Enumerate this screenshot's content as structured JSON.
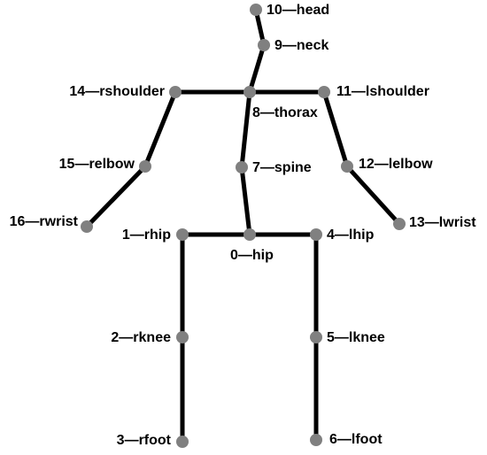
{
  "colors": {
    "joint": "#808080",
    "bone": "#000000",
    "text": "#000000",
    "background": "#ffffff"
  },
  "joints": [
    {
      "id": 0,
      "label": "0—hip"
    },
    {
      "id": 1,
      "label": "1—rhip"
    },
    {
      "id": 2,
      "label": "2—rknee"
    },
    {
      "id": 3,
      "label": "3—rfoot"
    },
    {
      "id": 4,
      "label": "4—lhip"
    },
    {
      "id": 5,
      "label": "5—lknee"
    },
    {
      "id": 6,
      "label": "6—lfoot"
    },
    {
      "id": 7,
      "label": "7—spine"
    },
    {
      "id": 8,
      "label": "8—thorax"
    },
    {
      "id": 9,
      "label": "9—neck"
    },
    {
      "id": 10,
      "label": "10—head"
    },
    {
      "id": 11,
      "label": "11—lshoulder"
    },
    {
      "id": 12,
      "label": "12—lelbow"
    },
    {
      "id": 13,
      "label": "13—lwrist"
    },
    {
      "id": 14,
      "label": "14—rshoulder"
    },
    {
      "id": 15,
      "label": "15—relbow"
    },
    {
      "id": 16,
      "label": "16—rwrist"
    }
  ],
  "bones": [
    [
      0,
      1
    ],
    [
      1,
      2
    ],
    [
      2,
      3
    ],
    [
      0,
      4
    ],
    [
      4,
      5
    ],
    [
      5,
      6
    ],
    [
      0,
      7
    ],
    [
      7,
      8
    ],
    [
      8,
      9
    ],
    [
      9,
      10
    ],
    [
      8,
      11
    ],
    [
      11,
      12
    ],
    [
      12,
      13
    ],
    [
      8,
      14
    ],
    [
      14,
      15
    ],
    [
      15,
      16
    ]
  ]
}
